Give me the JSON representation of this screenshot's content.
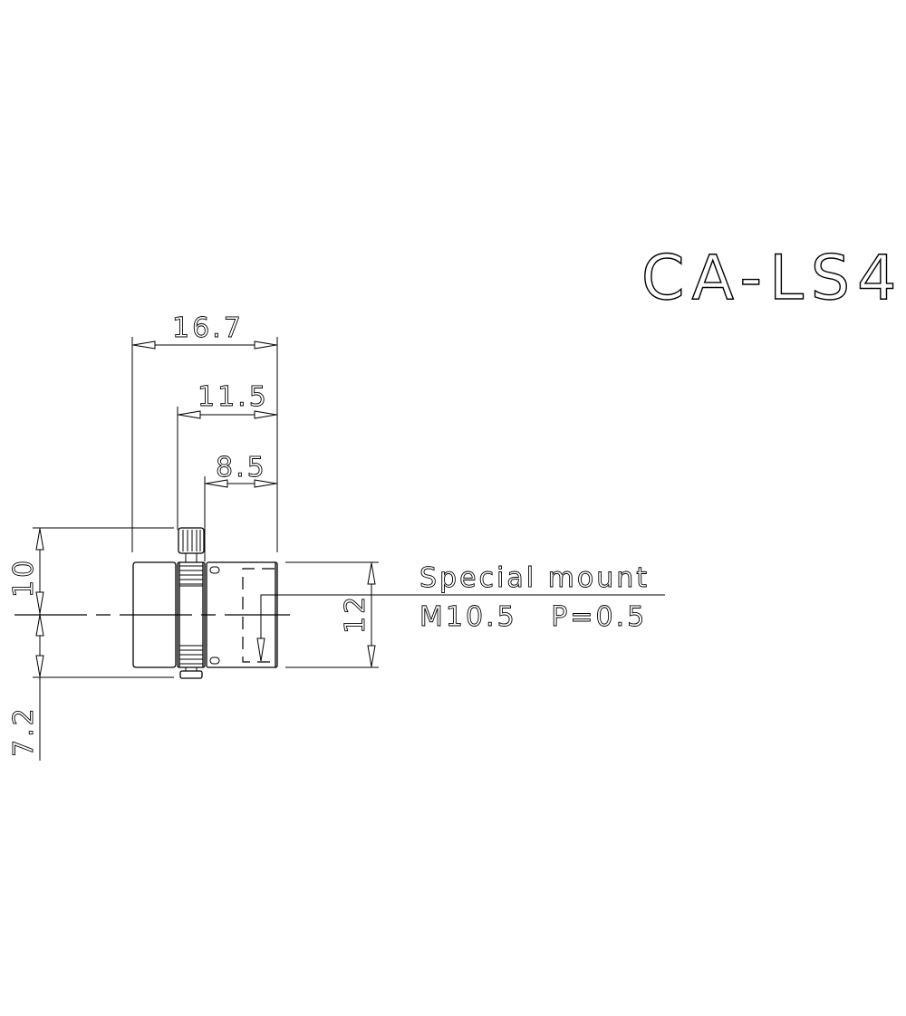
{
  "drawing": {
    "title": "CA-LS4",
    "units": "mm",
    "view": "side view",
    "dimensions": {
      "overall_length": "16.7",
      "length_from_ring": "11.5",
      "mount_section_length": "8.5",
      "screw_top_offset": "10",
      "screw_bottom_offset": "7.2",
      "mount_diameter": "12"
    },
    "annotation": {
      "line1": "Special mount",
      "line2": "M10.5   P=0.5"
    }
  }
}
